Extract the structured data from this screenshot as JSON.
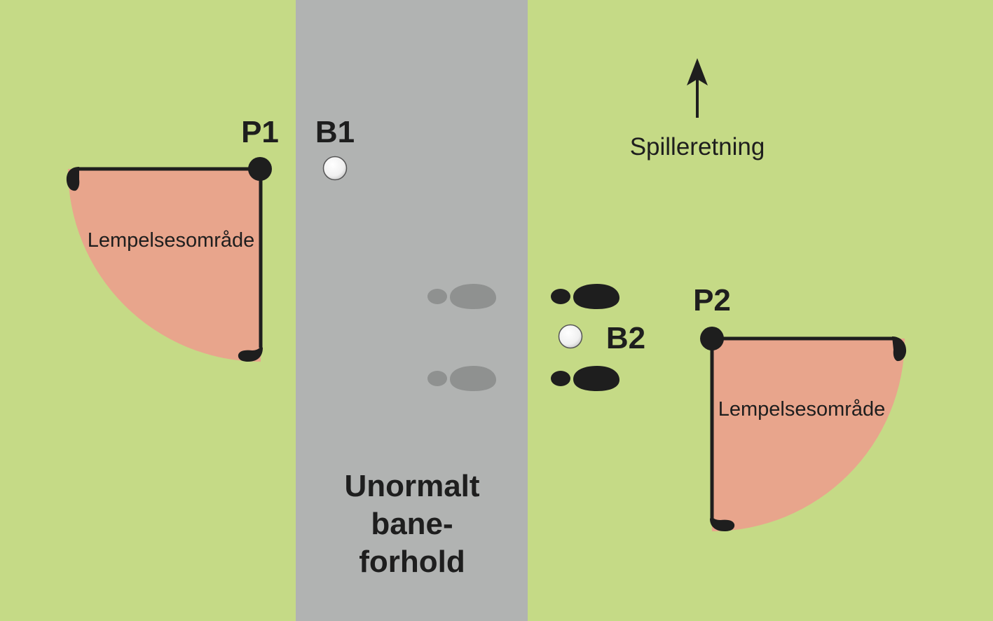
{
  "colors": {
    "grass": "#c5da86",
    "abnormal_ground": "#b1b3b2",
    "relief_area": "#e8a58c",
    "ink": "#1e1e1e",
    "ghost_footprint": "#8f9190",
    "ball": "#ffffff"
  },
  "labels": {
    "p1": "P1",
    "p2": "P2",
    "b1": "B1",
    "b2": "B2",
    "direction": "Spilleretning",
    "relief_area_left": "Lempelsesområde",
    "relief_area_right": "Lempelsesområde",
    "abnormal_line1": "Unormalt",
    "abnormal_line2": "bane-",
    "abnormal_line3": "forhold"
  },
  "icons": {
    "direction_arrow": "arrow-up-icon",
    "ball": "golf-ball-icon",
    "footprint": "shoe-print-icon"
  }
}
